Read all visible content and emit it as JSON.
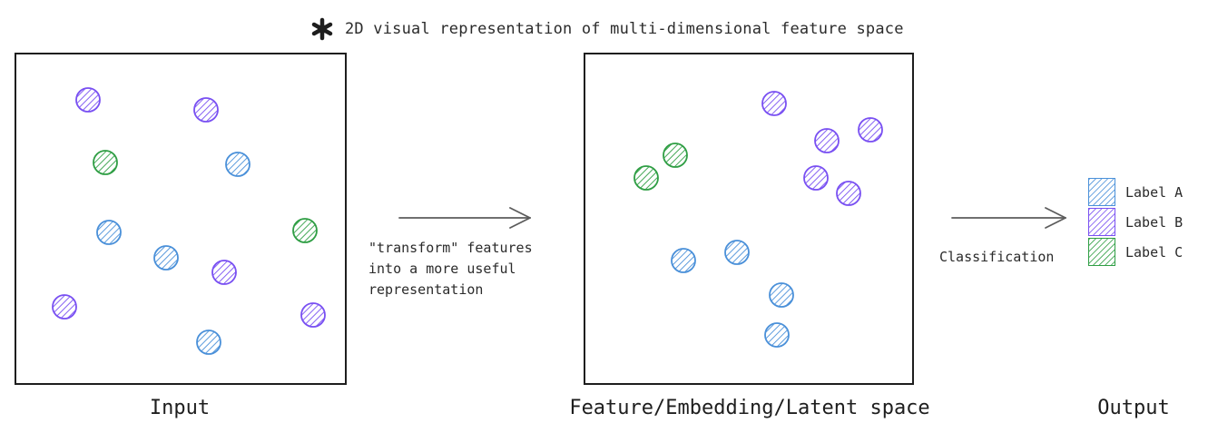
{
  "note": {
    "text": "2D visual representation of multi-dimensional feature space",
    "icon": "asterisk-icon"
  },
  "captions": {
    "input": "Input",
    "latent": "Feature/Embedding/Latent space",
    "output": "Output"
  },
  "transform_text": "\"transform\" features\ninto a more useful\nrepresentation",
  "classification_text": "Classification",
  "legend": [
    {
      "label": "Label A",
      "color": "#4a90d9"
    },
    {
      "label": "Label B",
      "color": "#7950f2"
    },
    {
      "label": "Label C",
      "color": "#2f9e44"
    }
  ],
  "colors": {
    "blue": "#4a90d9",
    "purple": "#7950f2",
    "green": "#2f9e44",
    "stroke": "#1e1e1e"
  }
}
